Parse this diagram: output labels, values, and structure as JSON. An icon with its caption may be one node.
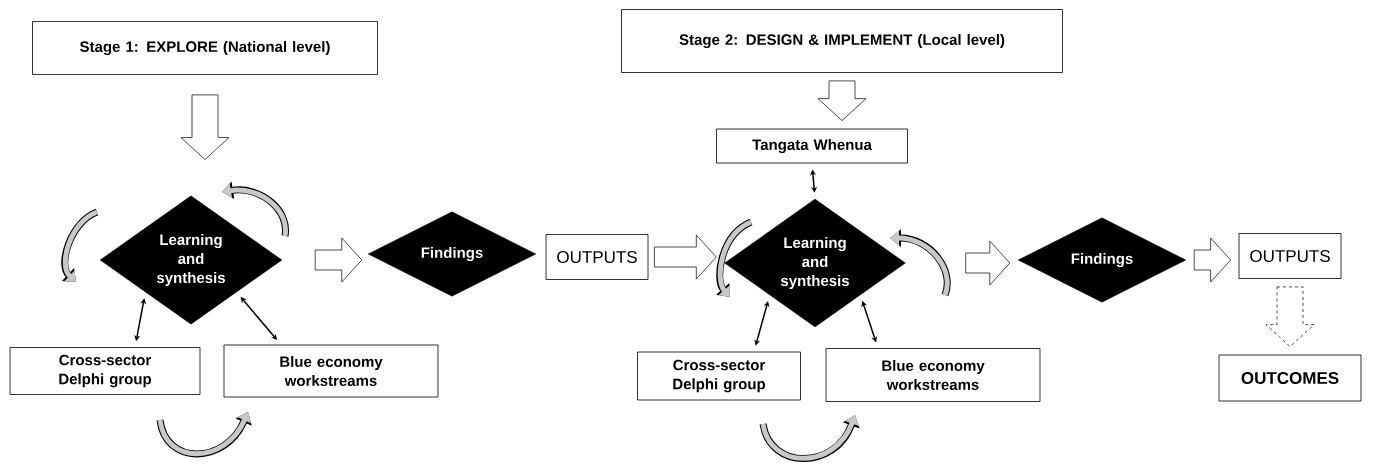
{
  "diagram": {
    "nodes": [
      {
        "text": [
          "Stage 1: EXPLORE (National level)"
        ]
      },
      {
        "text": [
          "Learning and synthesis"
        ]
      },
      {
        "text": [
          "Cross-sector Delphi group"
        ]
      },
      {
        "text": [
          "Blue economy workstreams"
        ]
      },
      {
        "text": [
          "Findings"
        ]
      },
      {
        "text": [
          "OUTPUTS"
        ]
      },
      {
        "text": [
          "Stage 2: DESIGN & IMPLEMENT (Local level)"
        ]
      },
      {
        "text": [
          "Tangata Whenua"
        ]
      },
      {
        "text": [
          "Learning and synthesis"
        ]
      },
      {
        "text": [
          "Cross-sector Delphi group"
        ]
      },
      {
        "text": [
          "Blue economy workstreams"
        ]
      },
      {
        "text": [
          "Findings"
        ]
      },
      {
        "text": [
          "OUTPUTS"
        ]
      },
      {
        "text": [
          "OUTCOMES"
        ]
      }
    ],
    "edges": [
      {
        "from": 0,
        "to": 1,
        "arrow": "to"
      },
      {
        "from": 1,
        "to": 4,
        "arrow": "to"
      },
      {
        "from": 1,
        "to": 2,
        "arrow": "both"
      },
      {
        "from": 1,
        "to": 3,
        "arrow": "both"
      },
      {
        "from": 5,
        "to": 8,
        "arrow": "to"
      },
      {
        "from": 6,
        "to": 7,
        "arrow": "to"
      },
      {
        "from": 7,
        "to": 8,
        "arrow": "both"
      },
      {
        "from": 8,
        "to": 9,
        "arrow": "both"
      },
      {
        "from": 8,
        "to": 10,
        "arrow": "both"
      },
      {
        "from": 8,
        "to": 11,
        "arrow": "to"
      },
      {
        "from": 11,
        "to": 12,
        "arrow": "to"
      },
      {
        "from": 12,
        "to": 13,
        "arrow": "to",
        "style": "dashed"
      }
    ]
  }
}
